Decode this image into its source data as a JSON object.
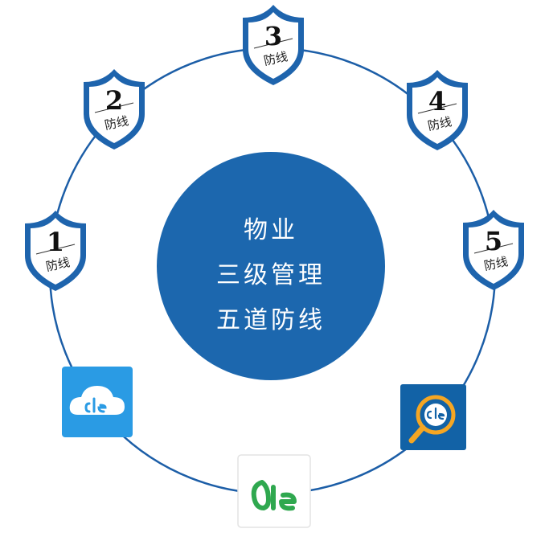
{
  "center": {
    "lines": [
      "物业",
      "三级管理",
      "五道防线"
    ]
  },
  "shields": [
    {
      "number": "1",
      "label": "防线"
    },
    {
      "number": "2",
      "label": "防线"
    },
    {
      "number": "3",
      "label": "防线"
    },
    {
      "number": "4",
      "label": "防线"
    },
    {
      "number": "5",
      "label": "防线"
    }
  ],
  "apps": [
    {
      "name": "cloud-app",
      "icon": "cloud-one-logo",
      "bg": "#2a9be4"
    },
    {
      "name": "one-app",
      "icon": "one-logo",
      "bg": "#ffffff"
    },
    {
      "name": "search-app",
      "icon": "search-one-logo",
      "bg": "#1262a6"
    }
  ],
  "colors": {
    "ring": "#1c5ea7",
    "center_fill": "#1c67ae",
    "shield_outer": "#1e64ad",
    "logo_green": "#2fa84f",
    "logo_orange": "#f5a623"
  }
}
